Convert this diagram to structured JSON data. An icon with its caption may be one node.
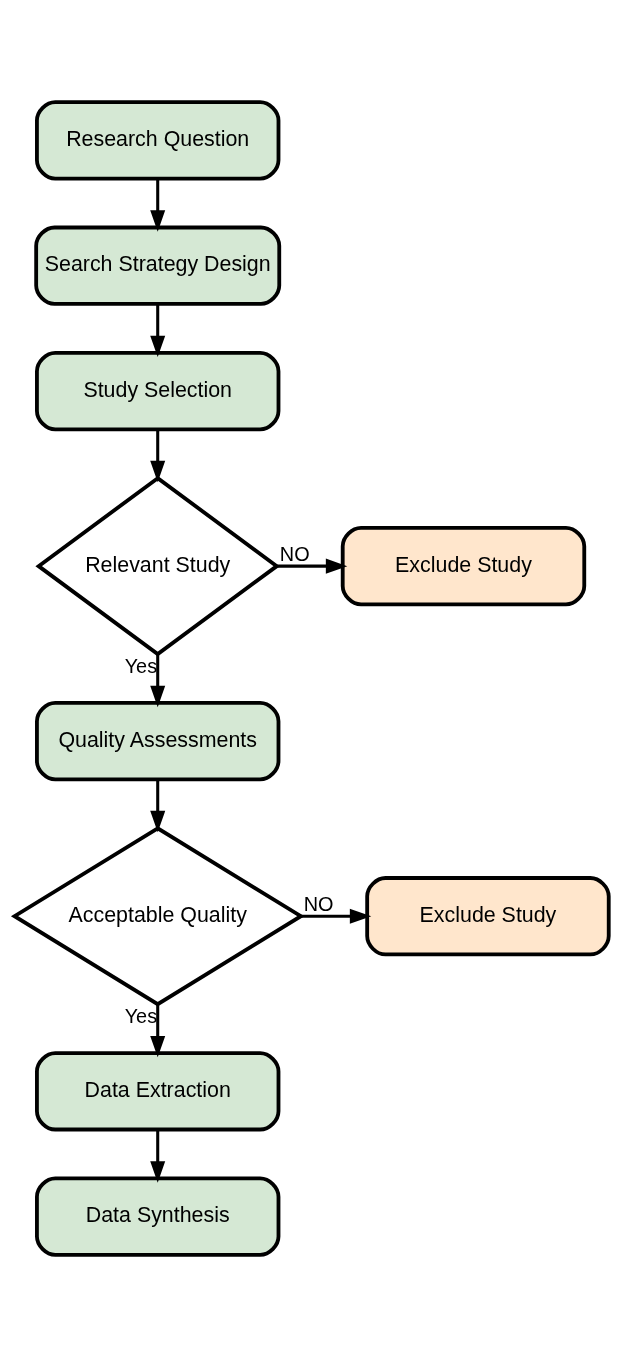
{
  "diagram": {
    "nodes": [
      {
        "text": [
          "Research Question"
        ]
      },
      {
        "text": [
          "Search Strategy Design"
        ]
      },
      {
        "text": [
          "Study Selection"
        ]
      },
      {
        "text": [
          "Relevant Study"
        ]
      },
      {
        "text": [
          "Exclude Study"
        ]
      },
      {
        "text": [
          "Quality Assessments"
        ]
      },
      {
        "text": [
          "Acceptable Quality"
        ]
      },
      {
        "text": [
          "Exclude Study"
        ]
      },
      {
        "text": [
          "Data Extraction"
        ]
      },
      {
        "text": [
          "Data Synthesis"
        ]
      }
    ],
    "edges": [
      {
        "from": 0,
        "to": 1,
        "arrow": "to"
      },
      {
        "from": 1,
        "to": 2,
        "arrow": "to"
      },
      {
        "from": 2,
        "to": 3,
        "arrow": "to"
      },
      {
        "from": 3,
        "to": 4,
        "arrow": "to",
        "label": "NO"
      },
      {
        "from": 3,
        "to": 5,
        "arrow": "to",
        "label": "Yes"
      },
      {
        "from": 5,
        "to": 6,
        "arrow": "to"
      },
      {
        "from": 6,
        "to": 7,
        "arrow": "to",
        "label": "NO"
      },
      {
        "from": 6,
        "to": 8,
        "arrow": "to",
        "label": "Yes"
      },
      {
        "from": 8,
        "to": 9,
        "arrow": "to"
      }
    ]
  }
}
